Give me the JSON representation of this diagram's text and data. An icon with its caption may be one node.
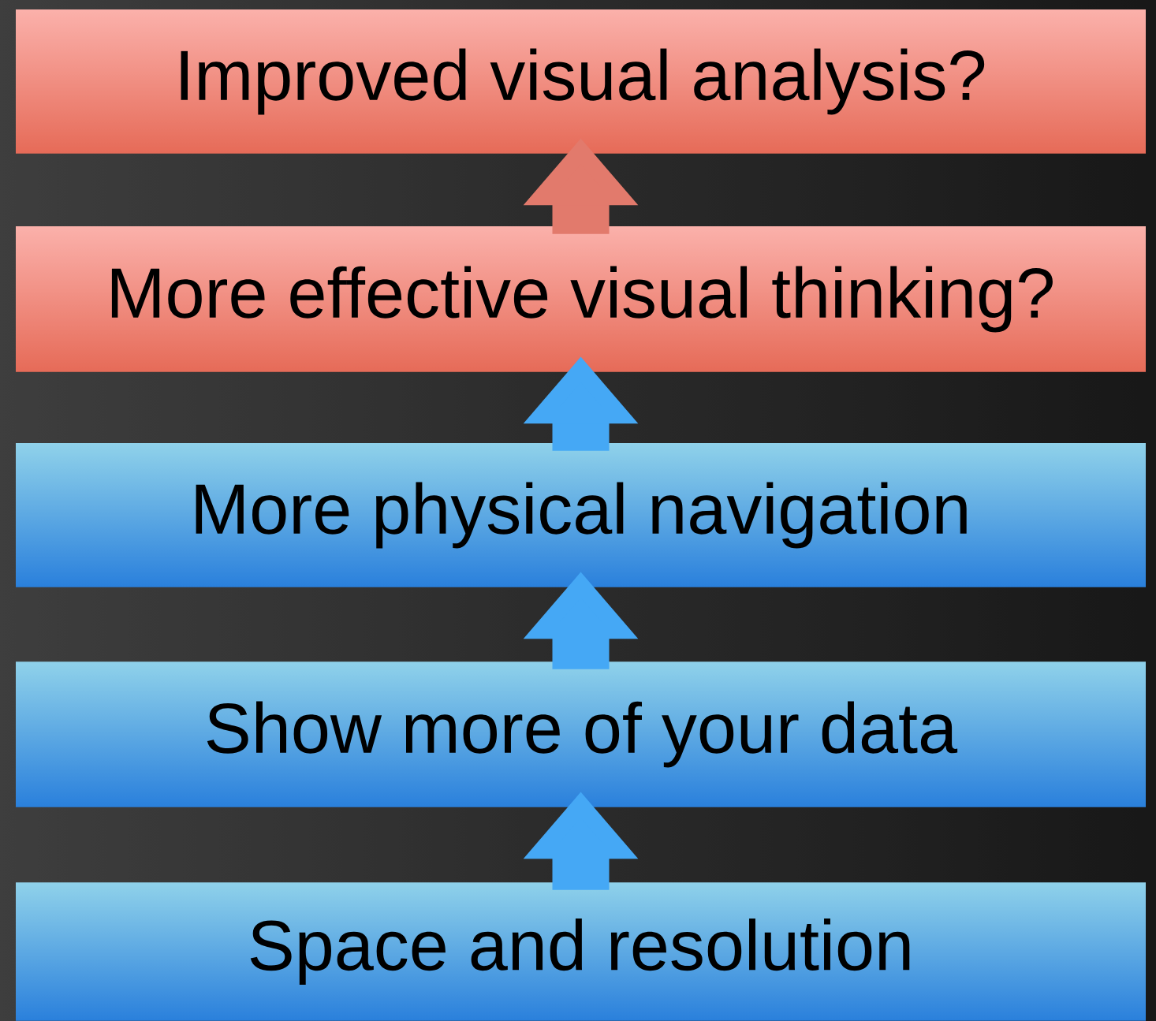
{
  "diagram": {
    "nodes": [
      {
        "text": [
          "Improved visual analysis?"
        ]
      },
      {
        "text": [
          "More effective visual thinking?"
        ]
      },
      {
        "text": [
          "More physical navigation"
        ]
      },
      {
        "text": [
          "Show more of your data"
        ]
      },
      {
        "text": [
          "Space and resolution"
        ]
      }
    ],
    "edges": [
      {
        "from": 4,
        "to": 3,
        "arrow": "to"
      },
      {
        "from": 3,
        "to": 2,
        "arrow": "to"
      },
      {
        "from": 2,
        "to": 1,
        "arrow": "to"
      },
      {
        "from": 1,
        "to": 0,
        "arrow": "to",
        "color": "#e27a6c"
      }
    ]
  }
}
